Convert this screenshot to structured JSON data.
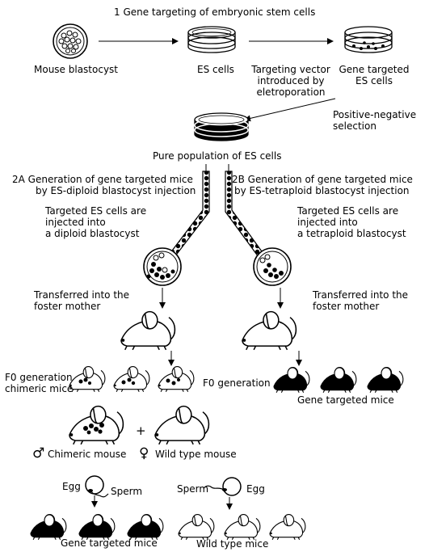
{
  "title": "1  Gene targeting of embryonic stem cells",
  "stage1": {
    "blastocyst": "Mouse blastocyst",
    "es_cells": "ES cells",
    "vector_lines": [
      "Targeting vector",
      "introduced by",
      "eletroporation"
    ],
    "targeted_lines": [
      "Gene targeted",
      "ES cells"
    ],
    "selection_lines": [
      "Positive-negative",
      "selection"
    ],
    "pure_population": "Pure population of ES cells"
  },
  "panel_2a": {
    "heading_lines": [
      "2A  Generation of gene targeted mice",
      "by ES-diploid blastocyst injection"
    ],
    "injection_lines": [
      "Targeted ES cells are",
      "injected into",
      "a diploid blastocyst"
    ],
    "transfer_lines": [
      "Transferred into the",
      "foster mother"
    ],
    "f0_lines": [
      "F0 generation",
      "chimeric mice"
    ],
    "plus": "+",
    "male_symbol": "♂",
    "male_label": "Chimeric mouse",
    "female_symbol": "♀",
    "female_label": "Wild type mouse",
    "egg": "Egg",
    "sperm": "Sperm",
    "result": "Gene targeted mice"
  },
  "panel_2b": {
    "heading_lines": [
      "2B  Generation of gene targeted mice",
      "by ES-tetraploid blastocyst injection"
    ],
    "injection_lines": [
      "Targeted ES cells are",
      "injected into",
      "a tetraploid blastocyst"
    ],
    "transfer_lines": [
      "Transferred into the",
      "foster mother"
    ],
    "f0": "F0 generation",
    "f0_result": "Gene targeted mice",
    "sperm": "Sperm",
    "egg": "Egg",
    "result": "Wild type mice"
  }
}
